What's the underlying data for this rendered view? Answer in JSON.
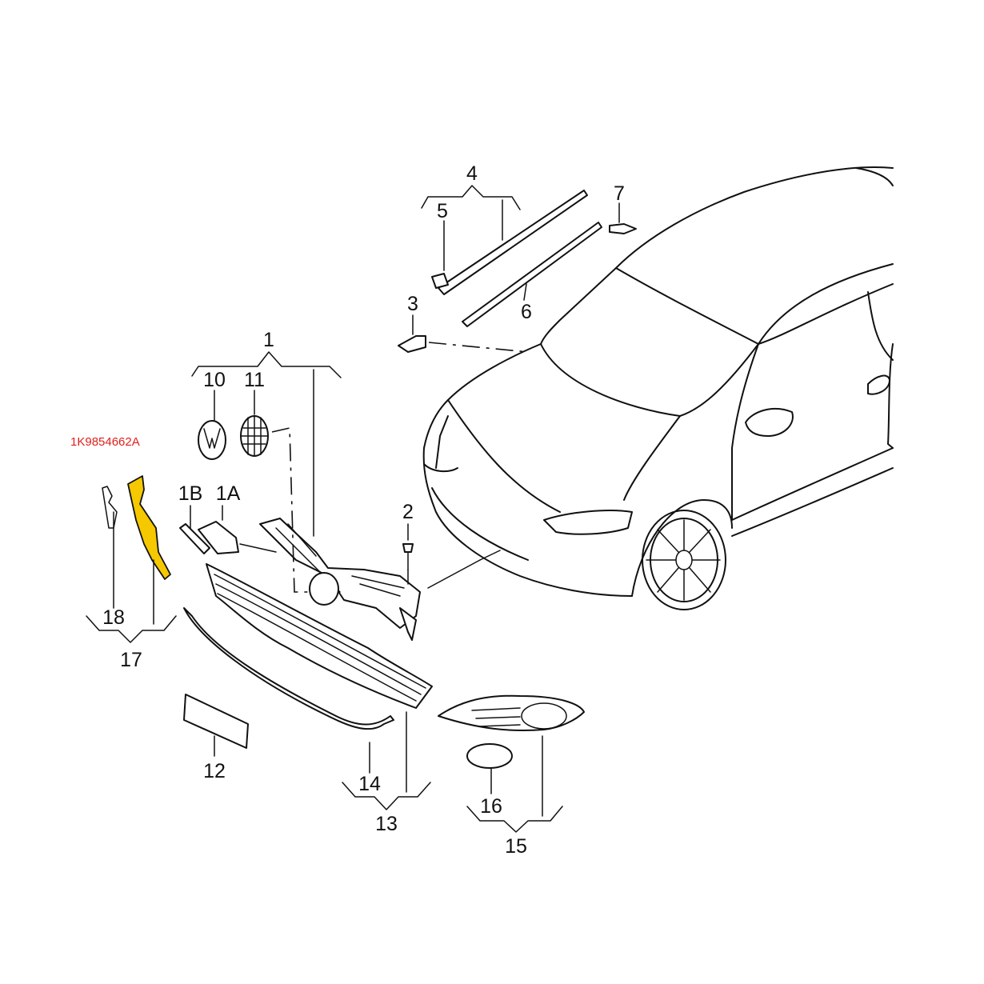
{
  "highlight": {
    "part_number": "1K9854662A",
    "fill_color": "#f5c800",
    "label_color": "#e0201c"
  },
  "callouts": {
    "c1": "1",
    "c1A": "1A",
    "c1B": "1B",
    "c2": "2",
    "c3": "3",
    "c4": "4",
    "c5": "5",
    "c6": "6",
    "c7": "7",
    "c10": "10",
    "c11": "11",
    "c12": "12",
    "c13": "13",
    "c14": "14",
    "c15": "15",
    "c16": "16",
    "c17": "17",
    "c18": "18"
  }
}
